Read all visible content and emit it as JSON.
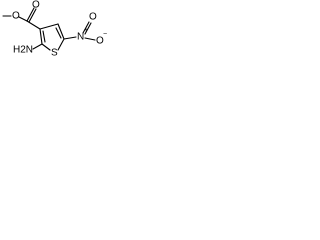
{
  "molecule": {
    "atoms": {
      "methyl_o": "O",
      "carbonyl_o": "O",
      "nitro_n": "N",
      "nitro_n_charge": "+",
      "nitro_o_top": "O",
      "nitro_o_bottom": "O",
      "nitro_o_charge": "−",
      "ring_s": "S",
      "amine_h2": "H2N"
    },
    "colors": {
      "stroke": "#000000",
      "text": "#000000"
    }
  }
}
